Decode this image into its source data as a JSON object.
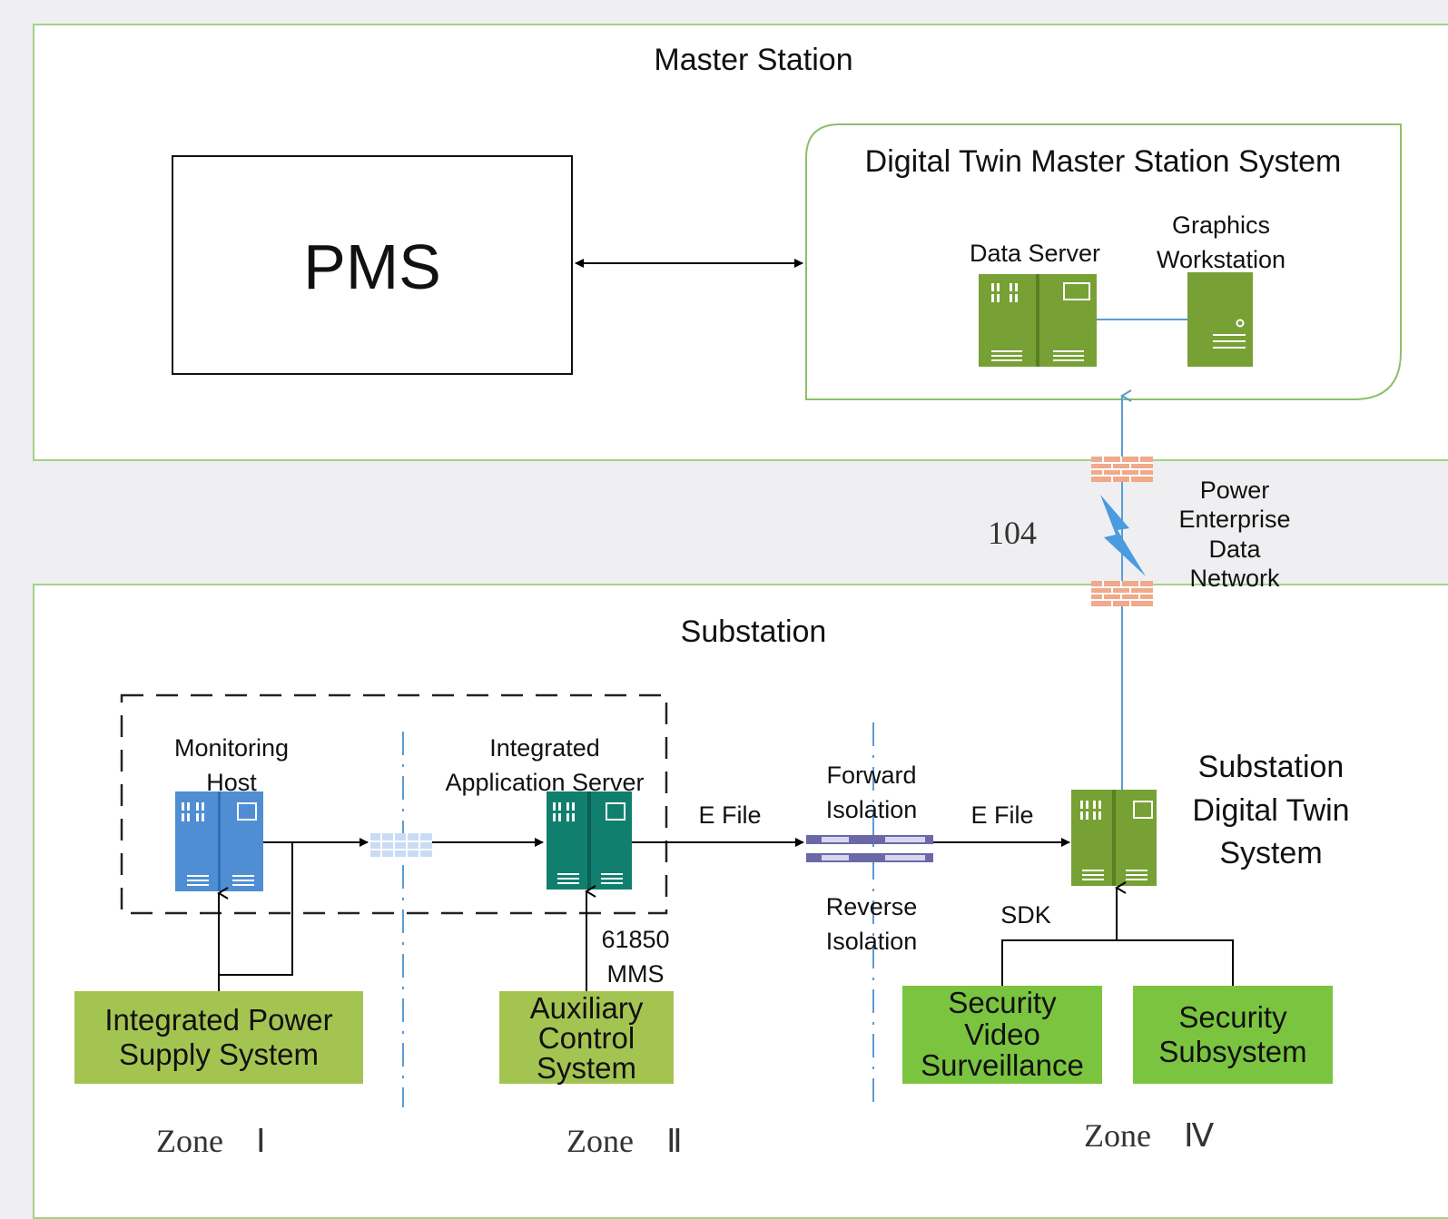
{
  "master_station": {
    "title": "Master Station"
  },
  "pms": {
    "label": "PMS"
  },
  "twin_master": {
    "title": "Digital Twin Master Station System",
    "data_server": "Data Server",
    "graphics_workstation": "Graphics\nWorkstation"
  },
  "network": {
    "protocol": "104",
    "label": "Power\nEnterprise\nData\nNetwork"
  },
  "substation": {
    "title": "Substation",
    "monitoring_host": "Monitoring\nHost",
    "integrated_app_server": "Integrated\nApplication Server",
    "e_file_left": "E File",
    "e_file_right": "E File",
    "forward_isolation": "Forward\nIsolation",
    "reverse_isolation": "Reverse\nIsolation",
    "mms": "61850\nMMS",
    "sdk": "SDK",
    "twin_system": "Substation\nDigital Twin\nSystem",
    "integrated_power": "Integrated Power\nSupply System",
    "auxiliary_control": "Auxiliary\nControl\nSystem",
    "security_video": "Security\nVideo\nSurveillance",
    "security_subsystem": "Security\nSubsystem",
    "zone_1": "Zone　Ⅰ",
    "zone_2": "Zone　Ⅱ",
    "zone_4": "Zone　Ⅳ"
  },
  "colors": {
    "panel_border": "#a5d089",
    "green_server": "#77a035",
    "blue_server": "#4f8ed3",
    "teal_server": "#117f6e",
    "olive_box": "#a4c452",
    "bright_green_box": "#7bc440",
    "firewall": "#f0a98a",
    "lightning": "#4a9be0"
  }
}
